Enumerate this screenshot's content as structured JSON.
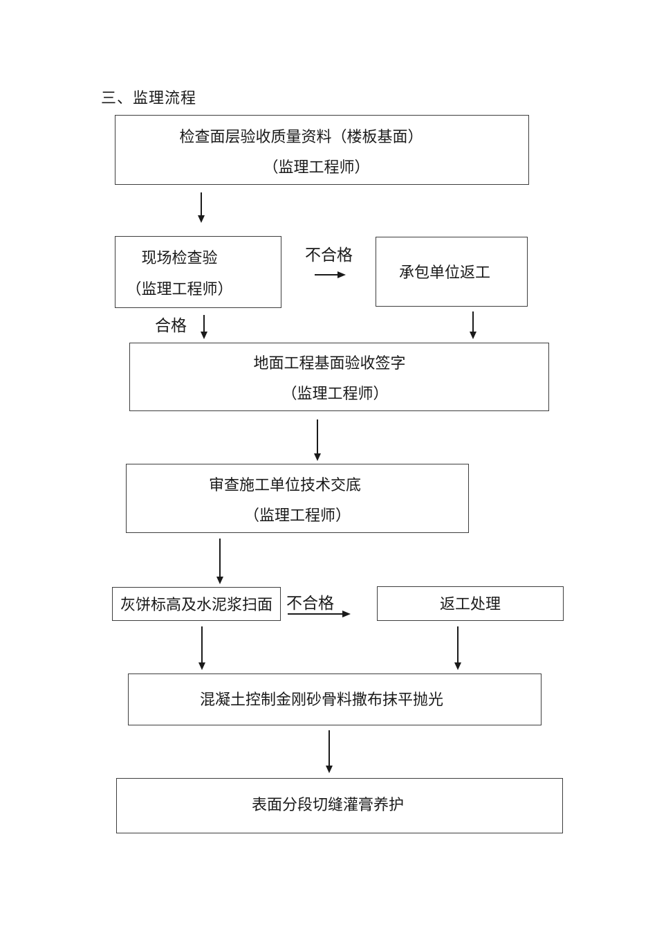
{
  "page": {
    "title": "三、监理流程"
  },
  "flow": {
    "nodes": [
      {
        "line1": "检查面层验收质量资料（楼板基面）",
        "line2": "（监理工程师）"
      },
      {
        "line1": "现场检查验",
        "line2": "（监理工程师）"
      },
      {
        "line1": "承包单位返工"
      },
      {
        "line1": "地面工程基面验收签字",
        "line2": "（监理工程师）"
      },
      {
        "line1": "审查施工单位技术交底",
        "line2": "（监理工程师）"
      },
      {
        "line1": "灰饼标高及水泥浆扫面"
      },
      {
        "line1": "返工处理"
      },
      {
        "line1": "混凝土控制金刚砂骨料撒布抹平抛光"
      },
      {
        "line1": "表面分段切缝灌膏养护"
      }
    ],
    "labels": {
      "fail_top": "不合格",
      "pass": "合格",
      "fail_bottom": "不合格"
    }
  },
  "colors": {
    "ink": "#1a1a1a",
    "box_border": "#3c3c3c",
    "background": "#ffffff"
  }
}
